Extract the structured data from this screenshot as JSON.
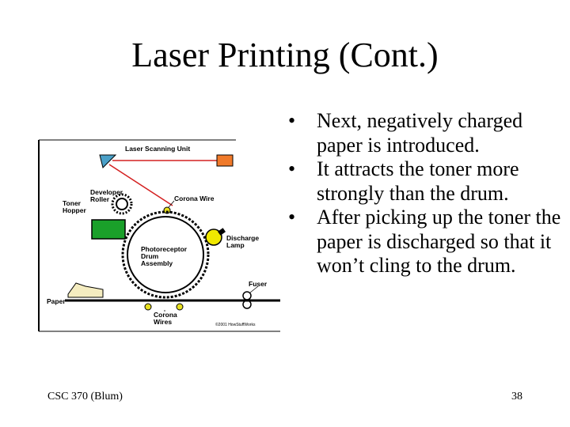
{
  "slide": {
    "title": "Laser Printing (Cont.)",
    "bullets": [
      "Next, negatively charged paper is introduced.",
      "It attracts the toner more strongly than the drum.",
      "After picking up the toner the paper is discharged so that it won’t cling to the drum."
    ],
    "footer_left": "CSC 370 (Blum)",
    "page_number": "38"
  },
  "diagram": {
    "labels": {
      "laser_scanning_unit": "Laser Scanning Unit",
      "developer_roller_1": "Developer",
      "developer_roller_2": "Roller",
      "toner_hopper_1": "Toner",
      "toner_hopper_2": "Hopper",
      "corona_wire": "Corona Wire",
      "discharge_lamp_1": "Discharge",
      "discharge_lamp_2": "Lamp",
      "photoreceptor_1": "Photoreceptor",
      "photoreceptor_2": "Drum",
      "photoreceptor_3": "Assembly",
      "fuser": "Fuser",
      "paper": "Paper",
      "corona_wires_1": "Corona",
      "corona_wires_2": "Wires",
      "copyright": "©2001 HowStuffWorks"
    },
    "colors": {
      "laser_beam": "#d42020",
      "scanner_triangle": "#4aa0c8",
      "laser_box": "#f07a2a",
      "toner_hopper": "#1aa02a",
      "corona_wire_dot": "#e8e020",
      "discharge_lamp": "#f0e800",
      "paper_tray": "#f4ecc0"
    }
  }
}
